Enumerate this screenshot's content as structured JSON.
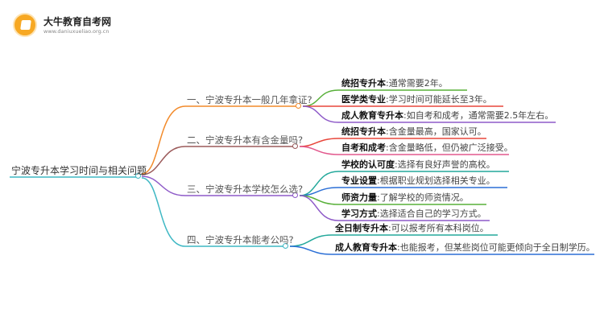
{
  "logo": {
    "name": "大牛教育自考网",
    "url": "www.daniuxueliao.org.cn"
  },
  "root": "宁波专升本学习时间与相关问题",
  "colors": {
    "q1": "#f28a2a",
    "q2": "#9b5a5a",
    "q3": "#8e5ac8",
    "q4": "#3fb8c4",
    "leaf_green": "#58b039",
    "leaf_red": "#e8463b",
    "leaf_purple": "#8e5ac8",
    "leaf_pink": "#e2588d",
    "leaf_teal": "#23a89b",
    "leaf_blue": "#2b6fd6"
  },
  "branches": [
    {
      "question": "一、宁波专升本一般几年拿证?",
      "items": [
        {
          "label": "统招专升本",
          "sep": ":",
          "desc": "通常需要2年。"
        },
        {
          "label": "医学类专业",
          "sep": ":",
          "desc": "学习时间可能延长至3年。"
        },
        {
          "label": "成人教育专升本",
          "sep": ":",
          "desc": "如自考和成考，通常需要2.5年左右。"
        }
      ]
    },
    {
      "question": "二、宁波专升本有含金量吗?",
      "items": [
        {
          "label": "统招专升本",
          "sep": ":",
          "desc": "含金量最高，国家认可。"
        },
        {
          "label": "自考和成考",
          "sep": ":",
          "desc": "含金量略低，但仍被广泛接受。"
        }
      ]
    },
    {
      "question": "三、宁波专升本学校怎么选?",
      "items": [
        {
          "label": "学校的认可度",
          "sep": ":",
          "desc": "选择有良好声誉的高校。"
        },
        {
          "label": "专业设置",
          "sep": ":",
          "desc": "根据职业规划选择相关专业。"
        },
        {
          "label": "师资力量",
          "sep": ":",
          "desc": "了解学校的师资情况。"
        },
        {
          "label": "学习方式",
          "sep": ":",
          "desc": "选择适合自己的学习方式。"
        }
      ]
    },
    {
      "question": "四、宁波专升本能考公吗?",
      "items": [
        {
          "label": "全日制专升本",
          "sep": ":",
          "desc": "可以报考所有本科岗位。"
        },
        {
          "label": "成人教育专升本",
          "sep": ":",
          "desc": "也能报考，但某些岗位可能更倾向于全日制学历。"
        }
      ]
    }
  ]
}
